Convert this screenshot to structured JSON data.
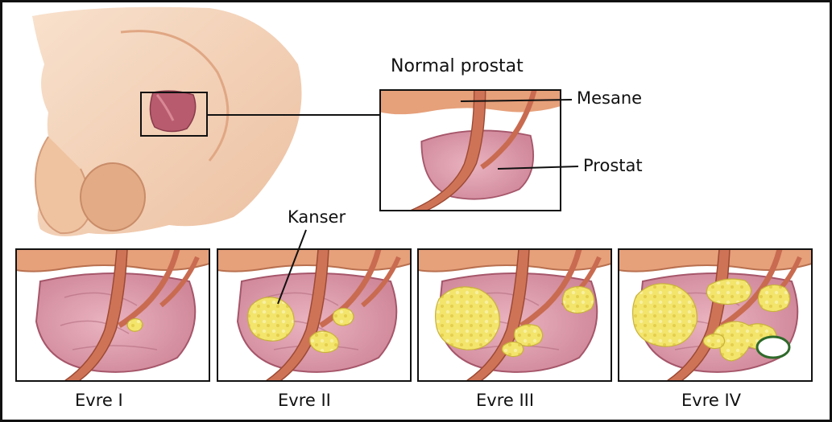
{
  "labels": {
    "normal_title": "Normal prostat",
    "bladder": "Mesane",
    "prostate": "Prostat",
    "cancer": "Kanser"
  },
  "stages": [
    {
      "label": "Evre I"
    },
    {
      "label": "Evre II"
    },
    {
      "label": "Evre III"
    },
    {
      "label": "Evre IV"
    }
  ],
  "colors": {
    "skin": "#f2c9a8",
    "skin_dark": "#d9a07c",
    "bladder": "#e8a480",
    "prostate": "#d99aaa",
    "urethra": "#c96b50",
    "tumor": "#f2e26a",
    "border": "#111111"
  }
}
